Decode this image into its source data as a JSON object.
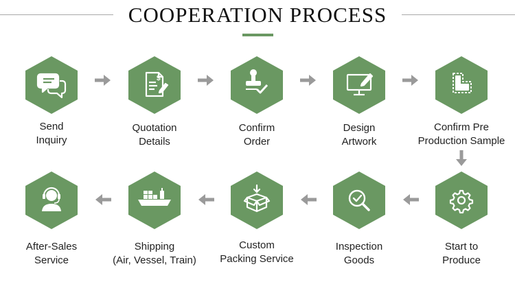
{
  "title": "COOPERATION PROCESS",
  "colors": {
    "hex_fill": "#6a9862",
    "arrow": "#9a9a9a",
    "title_underline": "#6a9862",
    "rule": "#a9a9a9"
  },
  "steps": [
    {
      "icon": "chat-bubbles-icon",
      "line1": "Send",
      "line2": "Inquiry"
    },
    {
      "icon": "quotation-document-icon",
      "line1": "Quotation",
      "line2": "Details"
    },
    {
      "icon": "stamp-check-icon",
      "line1": "Confirm",
      "line2": "Order"
    },
    {
      "icon": "monitor-design-icon",
      "line1": "Design",
      "line2": "Artwork"
    },
    {
      "icon": "fabric-sample-icon",
      "line1": "Confirm Pre",
      "line2": "Production Sample"
    },
    {
      "icon": "gear-icon",
      "line1": "Start to",
      "line2": "Produce"
    },
    {
      "icon": "inspection-magnifier-icon",
      "line1": "Inspection",
      "line2": "Goods"
    },
    {
      "icon": "packing-box-icon",
      "line1": "Custom",
      "line2": "Packing Service"
    },
    {
      "icon": "cargo-ship-icon",
      "line1": "Shipping",
      "line2": "(Air, Vessel, Train)"
    },
    {
      "icon": "headset-support-icon",
      "line1": "After-Sales",
      "line2": "Service"
    }
  ]
}
